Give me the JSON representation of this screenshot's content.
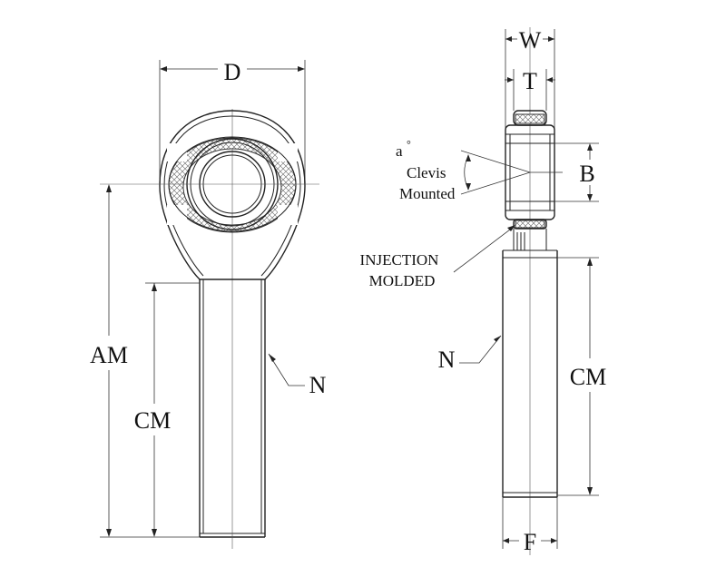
{
  "labels": {
    "front": {
      "D": "D",
      "AM": "AM",
      "CM": "CM",
      "N": "N"
    },
    "side": {
      "W": "W",
      "T": "T",
      "B": "B",
      "angle": "a",
      "degree": "°",
      "clevis": "Clevis",
      "mounted": "Mounted",
      "injection": "INJECTION",
      "molded": "MOLDED",
      "N": "N",
      "CM": "CM",
      "F": "F"
    }
  }
}
